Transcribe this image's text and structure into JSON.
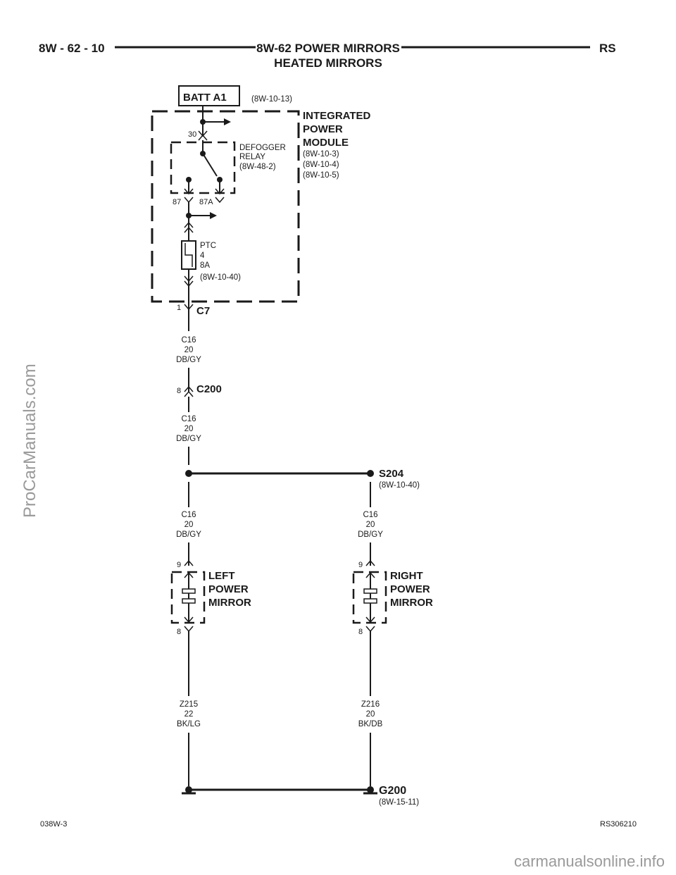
{
  "header": {
    "page_number": "8W - 62 - 10",
    "title": "8W-62 POWER MIRRORS",
    "subtitle": "HEATED MIRRORS",
    "model": "RS"
  },
  "source": {
    "name": "BATT A1",
    "ref": "(8W-10-13)"
  },
  "ipm": {
    "name_line1": "INTEGRATED",
    "name_line2": "POWER",
    "name_line3": "MODULE",
    "refs": [
      "(8W-10-3)",
      "(8W-10-4)",
      "(8W-10-5)"
    ],
    "relay": {
      "line1": "DEFOGGER",
      "line2": "RELAY",
      "ref": "(8W-48-2)",
      "pin_30": "30",
      "pin_87": "87",
      "pin_87a": "87A"
    },
    "ptc": {
      "line1": "PTC",
      "line2": "4",
      "line3": "8A",
      "ref": "(8W-10-40)"
    },
    "connector": "C7",
    "connector_pin": "1"
  },
  "wires": {
    "w1": {
      "circuit": "C16",
      "gauge": "20",
      "color": "DB/GY"
    },
    "w2": {
      "circuit": "C16",
      "gauge": "20",
      "color": "DB/GY"
    },
    "w3": {
      "circuit": "C16",
      "gauge": "20",
      "color": "DB/GY"
    },
    "w4": {
      "circuit": "C16",
      "gauge": "20",
      "color": "DB/GY"
    },
    "w5": {
      "circuit": "Z215",
      "gauge": "22",
      "color": "BK/LG"
    },
    "w6": {
      "circuit": "Z216",
      "gauge": "20",
      "color": "BK/DB"
    }
  },
  "c200": {
    "name": "C200",
    "pin": "8"
  },
  "splice": {
    "name": "S204",
    "ref": "(8W-10-40)"
  },
  "left_mirror": {
    "line1": "LEFT",
    "line2": "POWER",
    "line3": "MIRROR",
    "pin_in": "9",
    "pin_out": "8"
  },
  "right_mirror": {
    "line1": "RIGHT",
    "line2": "POWER",
    "line3": "MIRROR",
    "pin_in": "9",
    "pin_out": "8"
  },
  "ground": {
    "name": "G200",
    "ref": "(8W-15-11)"
  },
  "footer": {
    "left_code": "038W-3",
    "right_code": "RS306210"
  },
  "watermarks": {
    "side": "ProCarManuals.com",
    "bottom": "carmanualsonline.info"
  }
}
